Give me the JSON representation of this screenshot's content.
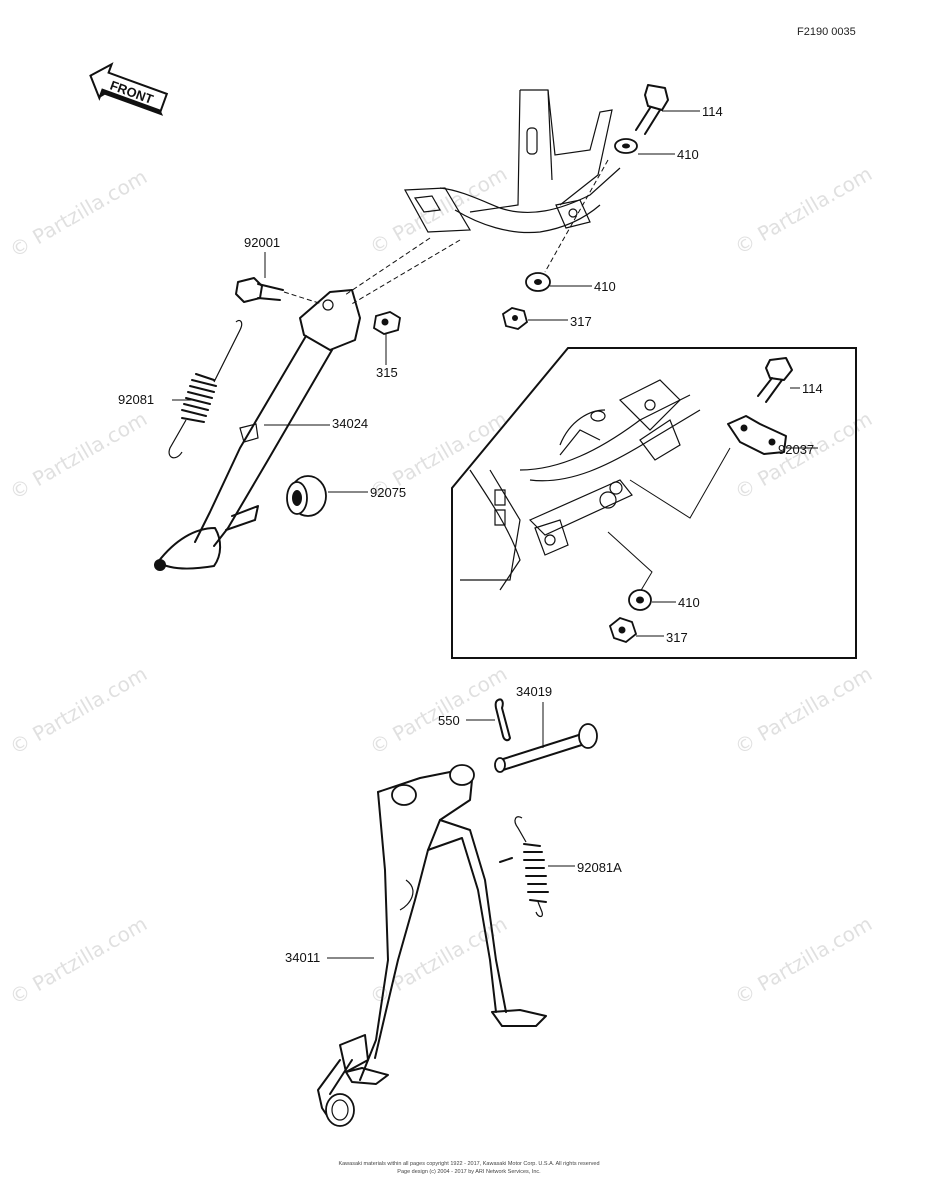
{
  "diagram_code": "F2190 0035",
  "front_label": "FRONT",
  "watermark_text": "© Partzilla.com",
  "parts": {
    "p114_top": "114",
    "p410_top": "410",
    "p410_mid": "410",
    "p317_top": "317",
    "p92001": "92001",
    "p315": "315",
    "p92081": "92081",
    "p34024": "34024",
    "p92075": "92075",
    "p114_inset": "114",
    "p92037": "92037",
    "p410_inset": "410",
    "p317_inset": "317",
    "p34019": "34019",
    "p550": "550",
    "p92081A": "92081A",
    "p34011": "34011"
  },
  "footer": {
    "line1": "Kawasaki materials within all pages copyright 1922 - 2017, Kawasaki Motor Corp. U.S.A. All rights reserved",
    "line2": "Page design (c) 2004 - 2017 by ARI Network Services, Inc."
  }
}
